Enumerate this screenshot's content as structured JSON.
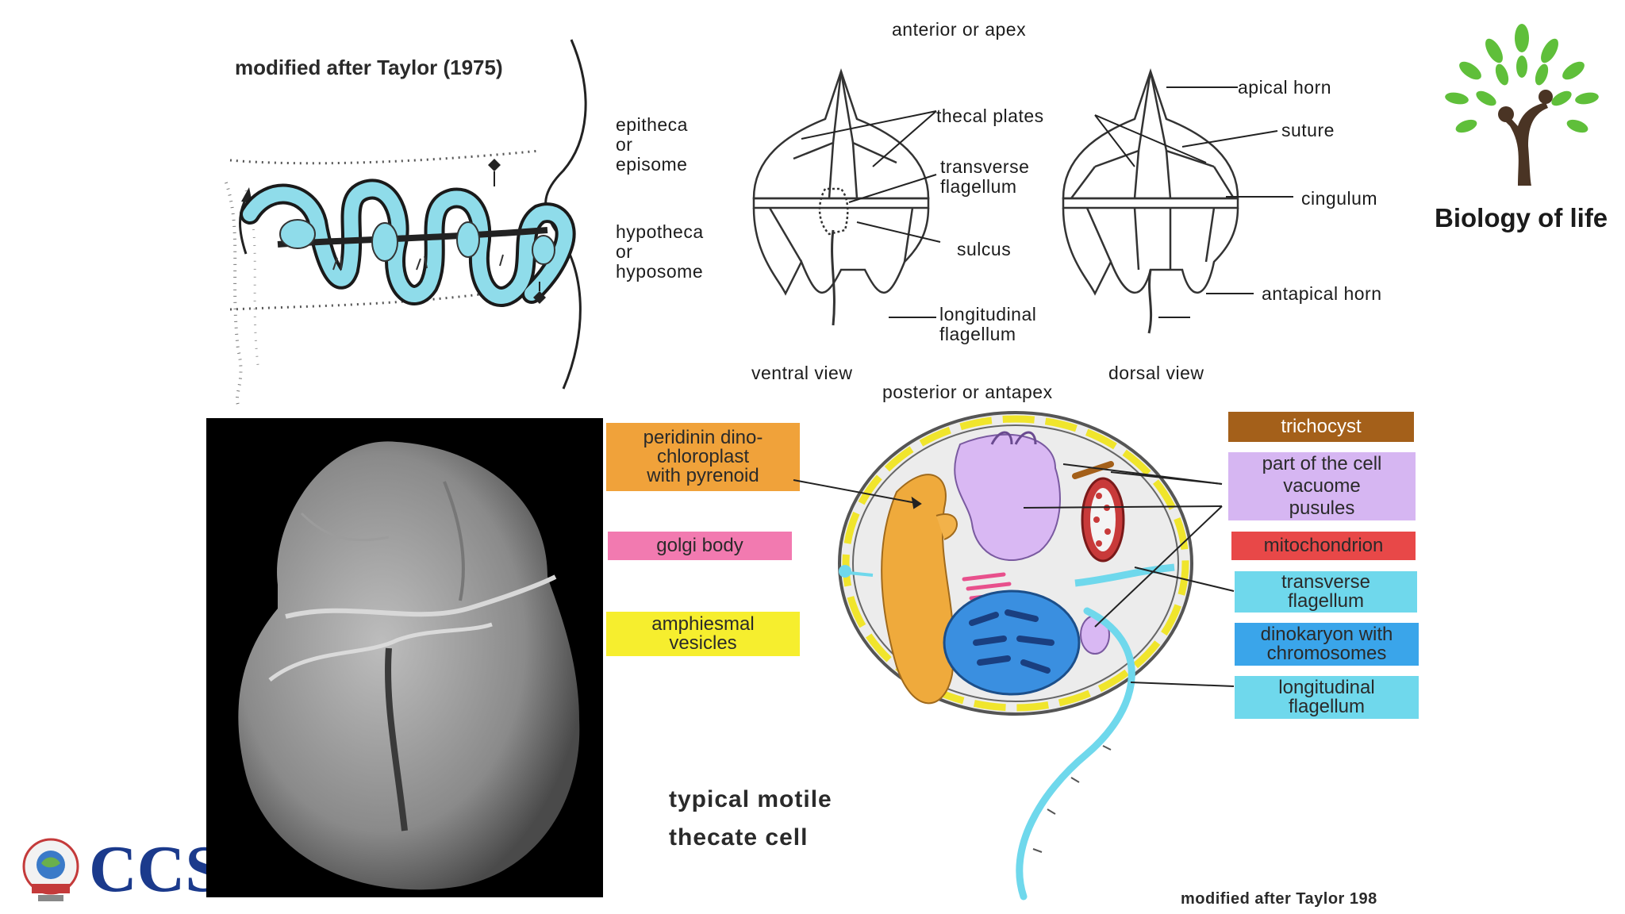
{
  "taylor_panel": {
    "title": "modified after Taylor (1975)",
    "labels": {
      "epitheca": "epitheca\nor\nepisome",
      "hypotheca": "hypotheca\nor\nhyposome"
    }
  },
  "thecal_diagram": {
    "top": "anterior or apex",
    "bottom": "posterior or antapex",
    "ventral_view": "ventral view",
    "dorsal_view": "dorsal view",
    "thecal_plates": "thecal plates",
    "transverse_flagellum": "transverse\nflagellum",
    "sulcus": "sulcus",
    "longitudinal_flagellum": "longitudinal\nflagellum",
    "apical_horn": "apical horn",
    "suture": "suture",
    "cingulum": "cingulum",
    "antapical_horn": "antapical horn"
  },
  "brand": {
    "name": "Biology of life"
  },
  "institute": {
    "text": "CCS"
  },
  "cell_diagram": {
    "caption": "typical motile\nthecate cell",
    "credit": "modified after Taylor 198",
    "left_labels": [
      {
        "text": "peridinin dino-\nchloroplast\nwith pyrenoid",
        "color": "#f0a23a"
      },
      {
        "text": "golgi body",
        "color": "#f27ab0"
      },
      {
        "text": "amphiesmal\nvesicles",
        "color": "#f6ee2e"
      }
    ],
    "right_labels": [
      {
        "text": "trichocyst",
        "color": "#a4601a",
        "text_color": "#ffffff"
      },
      {
        "text": "part of the cell\nvacuome\npusules",
        "color": "#d6b6f2",
        "text_color": "#2a2a2a"
      },
      {
        "text": "mitochondrion",
        "color": "#e84848",
        "text_color": "#2a2a2a"
      },
      {
        "text": "transverse\nflagellum",
        "color": "#6fd8ec",
        "text_color": "#2a2a2a"
      },
      {
        "text": "dinokaryon with\nchromosomes",
        "color": "#3aa5ea",
        "text_color": "#2a2a2a"
      },
      {
        "text": "longitudinal\nflagellum",
        "color": "#6fd8ec",
        "text_color": "#2a2a2a"
      }
    ]
  },
  "colors": {
    "cyan": "#8fdcea",
    "chloroplast": "#efaa3c",
    "vacuole": "#d9b8f3",
    "nucleus": "#3a8fe0",
    "mito": "#c83a3a",
    "amphiesma": "#f0e52c"
  }
}
